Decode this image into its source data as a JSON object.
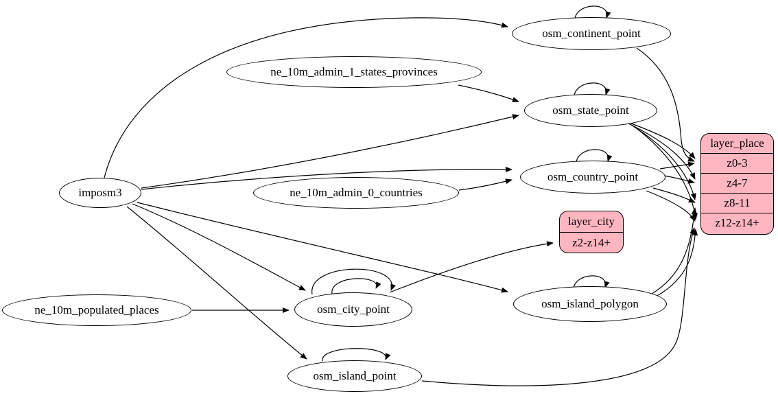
{
  "diagram": {
    "type": "graphviz-dataflow",
    "background_color": "#ffffff",
    "table_node_fill": "#ffffff",
    "layer_node_fill": "#ffb6c1",
    "border_color": "#000000",
    "nodes": {
      "imposm3": {
        "label": "imposm3",
        "shape": "ellipse"
      },
      "ne_10m_admin_1_states_provinces": {
        "label": "ne_10m_admin_1_states_provinces",
        "shape": "ellipse"
      },
      "ne_10m_admin_0_countries": {
        "label": "ne_10m_admin_0_countries",
        "shape": "ellipse"
      },
      "ne_10m_populated_places": {
        "label": "ne_10m_populated_places",
        "shape": "ellipse"
      },
      "osm_continent_point": {
        "label": "osm_continent_point",
        "shape": "ellipse"
      },
      "osm_state_point": {
        "label": "osm_state_point",
        "shape": "ellipse"
      },
      "osm_country_point": {
        "label": "osm_country_point",
        "shape": "ellipse"
      },
      "osm_city_point": {
        "label": "osm_city_point",
        "shape": "ellipse"
      },
      "osm_island_polygon": {
        "label": "osm_island_polygon",
        "shape": "ellipse"
      },
      "osm_island_point": {
        "label": "osm_island_point",
        "shape": "ellipse"
      }
    },
    "records": {
      "layer_city": {
        "title": "layer_city",
        "rows": [
          "z2-z14+"
        ]
      },
      "layer_place": {
        "title": "layer_place",
        "rows": [
          "z0-3",
          "z4-7",
          "z8-11",
          "z12-z14+"
        ]
      }
    },
    "edges": [
      {
        "from": "imposm3",
        "to": "osm_continent_point"
      },
      {
        "from": "imposm3",
        "to": "osm_state_point"
      },
      {
        "from": "imposm3",
        "to": "osm_country_point"
      },
      {
        "from": "imposm3",
        "to": "osm_city_point"
      },
      {
        "from": "imposm3",
        "to": "osm_island_polygon"
      },
      {
        "from": "imposm3",
        "to": "osm_island_point"
      },
      {
        "from": "ne_10m_admin_1_states_provinces",
        "to": "osm_state_point"
      },
      {
        "from": "ne_10m_admin_0_countries",
        "to": "osm_country_point"
      },
      {
        "from": "ne_10m_populated_places",
        "to": "osm_city_point"
      },
      {
        "from": "osm_continent_point",
        "to": "osm_continent_point",
        "self_loop": true
      },
      {
        "from": "osm_state_point",
        "to": "osm_state_point",
        "self_loop": true
      },
      {
        "from": "osm_country_point",
        "to": "osm_country_point",
        "self_loop": true
      },
      {
        "from": "osm_city_point",
        "to": "osm_city_point",
        "self_loop": true
      },
      {
        "from": "osm_city_point",
        "to": "osm_city_point",
        "self_loop": true
      },
      {
        "from": "osm_island_polygon",
        "to": "osm_island_polygon",
        "self_loop": true
      },
      {
        "from": "osm_island_point",
        "to": "osm_island_point",
        "self_loop": true
      },
      {
        "from": "osm_continent_point",
        "to": "layer_place",
        "row": "z0-3"
      },
      {
        "from": "osm_state_point",
        "to": "layer_place",
        "row": "z0-3"
      },
      {
        "from": "osm_state_point",
        "to": "layer_place",
        "row": "z4-7"
      },
      {
        "from": "osm_state_point",
        "to": "layer_place",
        "row": "z8-11"
      },
      {
        "from": "osm_state_point",
        "to": "layer_place",
        "row": "z12-z14+"
      },
      {
        "from": "osm_country_point",
        "to": "layer_place",
        "row": "z0-3"
      },
      {
        "from": "osm_country_point",
        "to": "layer_place",
        "row": "z4-7"
      },
      {
        "from": "osm_country_point",
        "to": "layer_place",
        "row": "z8-11"
      },
      {
        "from": "osm_country_point",
        "to": "layer_place",
        "row": "z12-z14+"
      },
      {
        "from": "osm_island_polygon",
        "to": "layer_place",
        "row": "z8-11"
      },
      {
        "from": "osm_island_polygon",
        "to": "layer_place",
        "row": "z12-z14+"
      },
      {
        "from": "osm_island_point",
        "to": "layer_place",
        "row": "z12-z14+"
      },
      {
        "from": "osm_city_point",
        "to": "layer_city",
        "row": "z2-z14+"
      }
    ]
  }
}
